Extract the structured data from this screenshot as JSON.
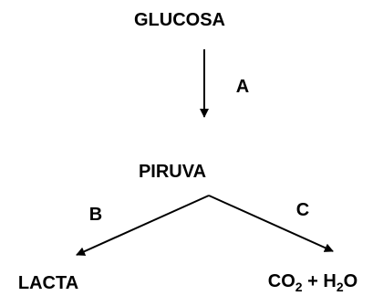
{
  "nodes": {
    "glucosa": "GLUCOSA",
    "piruva": "PIRUVA",
    "lacta": "LACTA",
    "products": {
      "co": "CO",
      "co_sub": "2",
      "plus": " + H",
      "h_sub": "2",
      "o": "O"
    }
  },
  "edges": {
    "a": "A",
    "b": "B",
    "c": "C"
  },
  "colors": {
    "ink": "#000000",
    "background": "#ffffff"
  }
}
